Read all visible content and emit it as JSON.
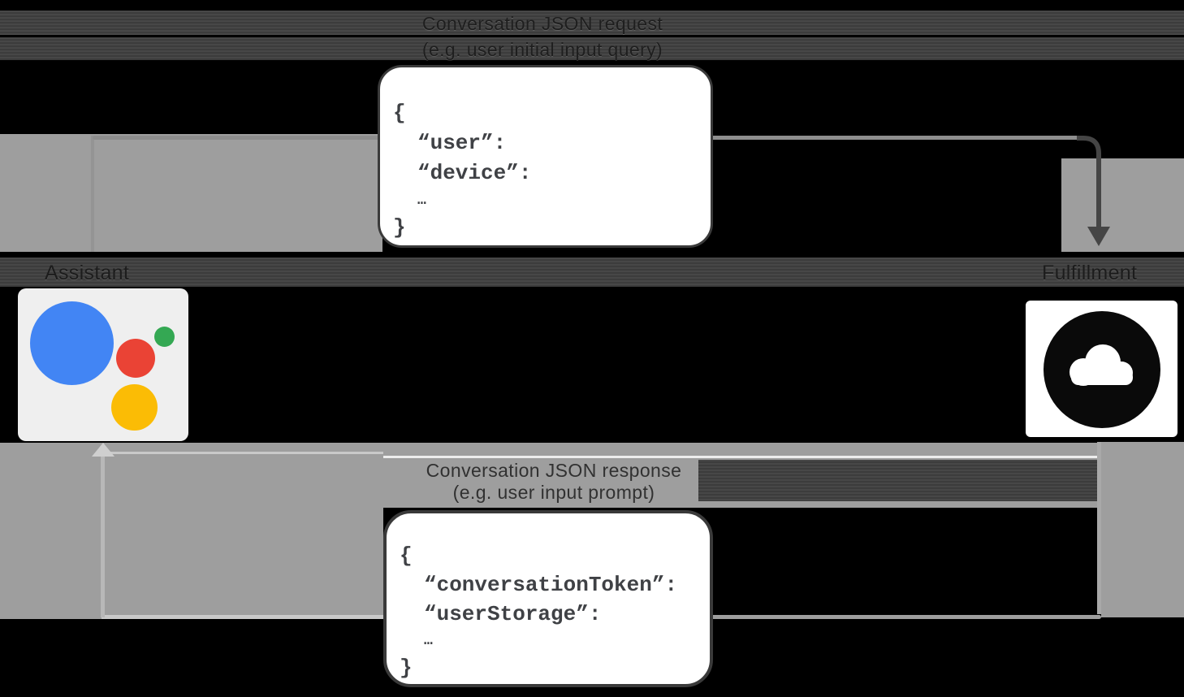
{
  "request": {
    "title_line1": "Conversation JSON request",
    "title_line2": "(e.g. user initial input query)",
    "json_lines": [
      "{",
      "“user”:",
      "“device”:",
      "…",
      "}"
    ]
  },
  "response": {
    "title_line1": "Conversation JSON response",
    "title_line2": "(e.g. user input prompt)",
    "json_lines": [
      "{",
      "“conversationToken”:",
      "“userStorage”:",
      "…",
      "}"
    ]
  },
  "actors": {
    "assistant": {
      "label": "Assistant"
    },
    "fulfillment": {
      "label": "Fulfillment"
    }
  },
  "icons": {
    "assistant": "google-assistant-logo-icon",
    "fulfillment": "cloud-icon"
  },
  "colors": {
    "background": "#000000",
    "panel_gray": "#9e9e9e",
    "band_dark": "#414141",
    "box_white": "#ffffff",
    "code_text": "#3f4145",
    "assistant_blue": "#4285F4",
    "assistant_red": "#EA4335",
    "assistant_green": "#34A853",
    "assistant_yellow": "#FBBC05"
  }
}
